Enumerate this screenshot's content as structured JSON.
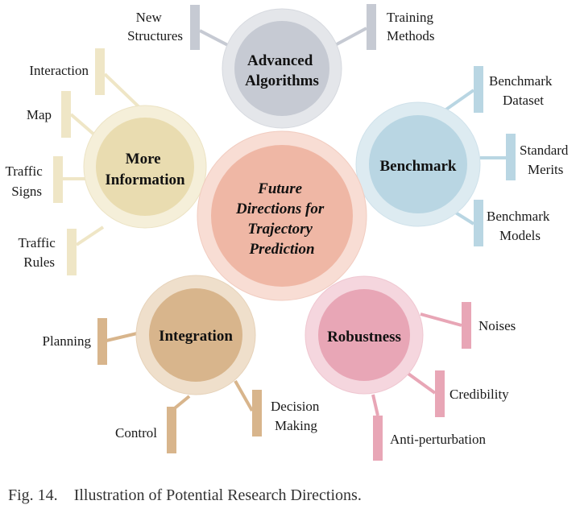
{
  "center": {
    "lines": [
      "Future",
      "Directions for",
      "Trajectory",
      "Prediction"
    ]
  },
  "hubs": {
    "advanced": {
      "lines": [
        "Advanced",
        "Algorithms"
      ],
      "color": "#c6cad3"
    },
    "benchmark": {
      "lines": [
        "Benchmark"
      ],
      "color": "#b9d6e3"
    },
    "robustness": {
      "lines": [
        "Robustness"
      ],
      "color": "#e8a6b6"
    },
    "integration": {
      "lines": [
        "Integration"
      ],
      "color": "#d8b58c"
    },
    "information": {
      "lines": [
        "More",
        "Information"
      ],
      "color": "#e9dcb0"
    },
    "center_color": "#efb7a5"
  },
  "leaves": {
    "new_structures": [
      "New",
      "Structures"
    ],
    "training_methods": [
      "Training",
      "Methods"
    ],
    "benchmark_dataset": [
      "Benchmark",
      "Dataset"
    ],
    "standard_merits": [
      "Standard",
      "Merits"
    ],
    "benchmark_models": [
      "Benchmark",
      "Models"
    ],
    "noises": [
      "Noises"
    ],
    "credibility": [
      "Credibility"
    ],
    "anti_perturbation": [
      "Anti-perturbation"
    ],
    "decision_making": [
      "Decision",
      "Making"
    ],
    "control": [
      "Control"
    ],
    "planning": [
      "Planning"
    ],
    "interaction": [
      "Interaction"
    ],
    "map": [
      "Map"
    ],
    "traffic_signs": [
      "Traffic",
      "Signs"
    ],
    "traffic_rules": [
      "Traffic",
      "Rules"
    ]
  },
  "caption": {
    "prefix": "Fig. 14.",
    "text": "Illustration of Potential Research Directions."
  }
}
